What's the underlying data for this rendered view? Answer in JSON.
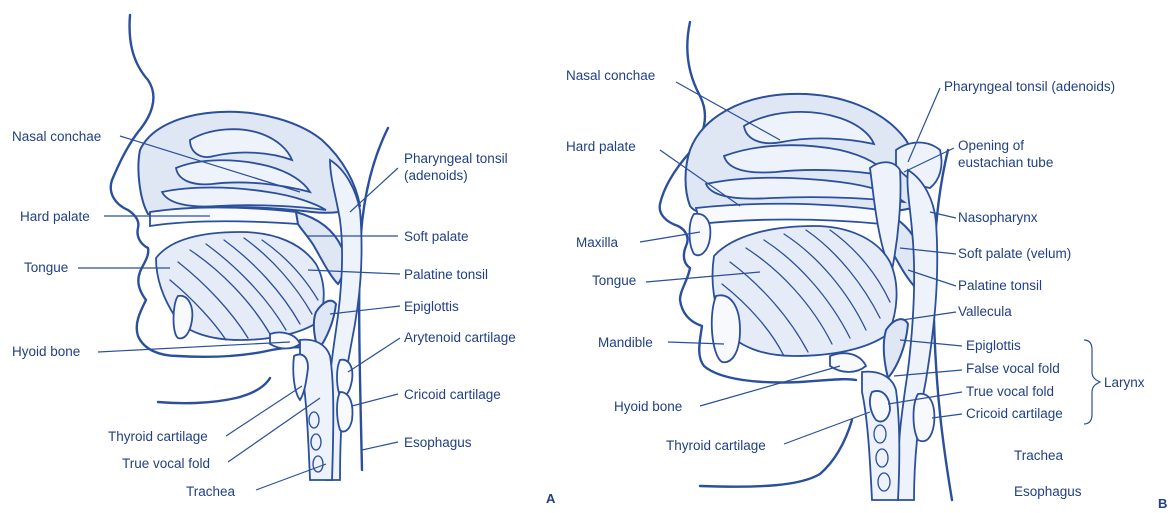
{
  "panels": {
    "a": {
      "letter": "A",
      "labels": {
        "nasal_conchae": "Nasal conchae",
        "hard_palate": "Hard palate",
        "tongue": "Tongue",
        "hyoid_bone": "Hyoid bone",
        "thyroid_cartilage": "Thyroid cartilage",
        "true_vocal_fold": "True vocal fold",
        "trachea": "Trachea",
        "pharyngeal_tonsil_1": "Pharyngeal tonsil",
        "pharyngeal_tonsil_2": "(adenoids)",
        "soft_palate": "Soft palate",
        "palatine_tonsil": "Palatine tonsil",
        "epiglottis": "Epiglottis",
        "arytenoid_cartilage": "Arytenoid cartilage",
        "cricoid_cartilage": "Cricoid cartilage",
        "esophagus": "Esophagus"
      }
    },
    "b": {
      "letter": "B",
      "labels": {
        "nasal_conchae": "Nasal conchae",
        "hard_palate": "Hard palate",
        "maxilla": "Maxilla",
        "tongue": "Tongue",
        "mandible": "Mandible",
        "hyoid_bone": "Hyoid bone",
        "thyroid_cartilage": "Thyroid cartilage",
        "pharyngeal_tonsil": "Pharyngeal tonsil (adenoids)",
        "opening_eustachian_1": "Opening of",
        "opening_eustachian_2": "eustachian tube",
        "nasopharynx": "Nasopharynx",
        "soft_palate_velum": "Soft palate (velum)",
        "palatine_tonsil": "Palatine tonsil",
        "vallecula": "Vallecula",
        "epiglottis": "Epiglottis",
        "false_vocal_fold": "False vocal fold",
        "true_vocal_fold": "True vocal fold",
        "cricoid_cartilage": "Cricoid cartilage",
        "larynx": "Larynx",
        "trachea": "Trachea",
        "esophagus": "Esophagus"
      }
    }
  },
  "colors": {
    "ink": "#2a4f9c",
    "label": "#1f3f86",
    "tissue": "#dfe7f5"
  }
}
